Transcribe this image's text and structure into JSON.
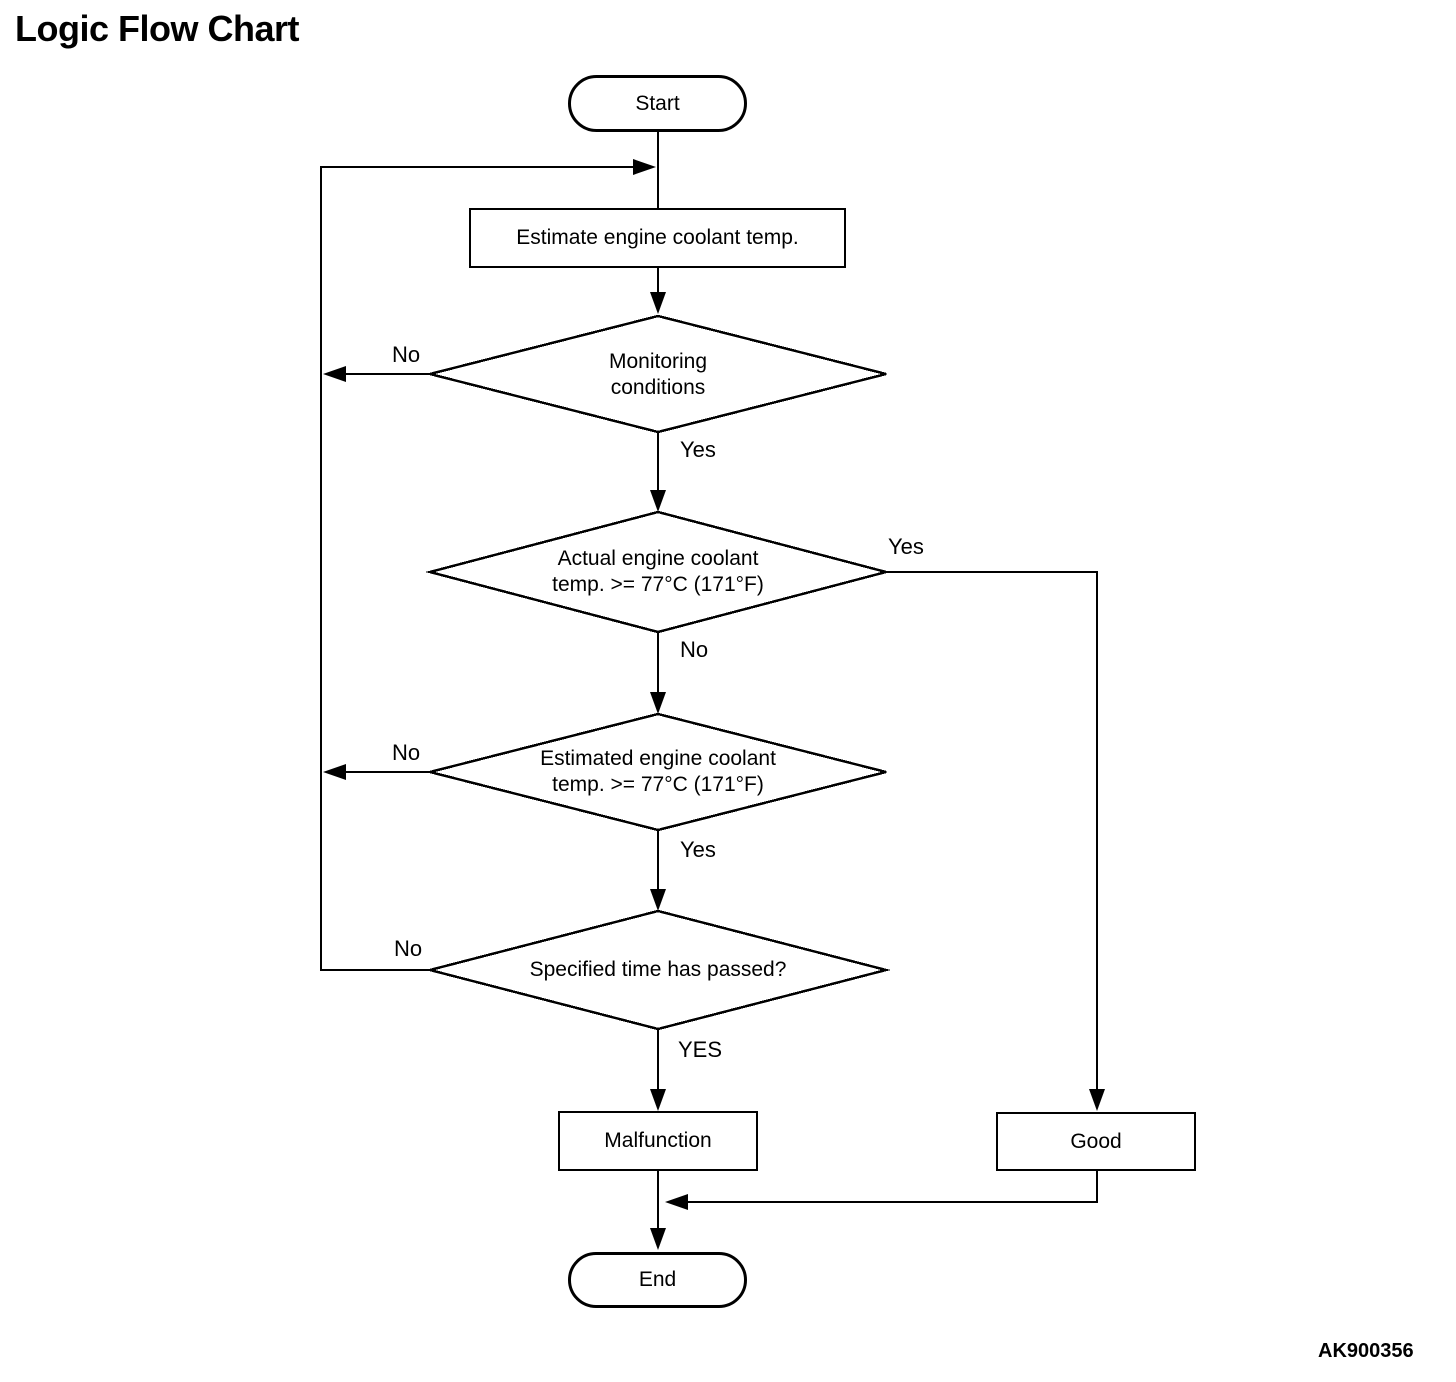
{
  "title": "Logic Flow Chart",
  "figure_code": "AK900356",
  "colors": {
    "ink": "#000000",
    "background": "#ffffff"
  },
  "nodes": {
    "start": {
      "label": "Start"
    },
    "estimate": {
      "label": "Estimate engine coolant temp."
    },
    "monitoring": {
      "line1": "Monitoring",
      "line2": "conditions"
    },
    "actual_temp": {
      "line1": "Actual engine coolant",
      "line2": "temp. >= 77°C (171°F)"
    },
    "estimated_temp": {
      "line1": "Estimated engine coolant",
      "line2": "temp. >= 77°C (171°F)"
    },
    "time_passed": {
      "label": "Specified time has passed?"
    },
    "malfunction": {
      "label": "Malfunction"
    },
    "good": {
      "label": "Good"
    },
    "end": {
      "label": "End"
    }
  },
  "edge_labels": {
    "monitoring_no": "No",
    "monitoring_yes": "Yes",
    "actual_yes": "Yes",
    "actual_no": "No",
    "estimated_no": "No",
    "estimated_yes": "Yes",
    "time_no": "No",
    "time_yes": "YES"
  }
}
